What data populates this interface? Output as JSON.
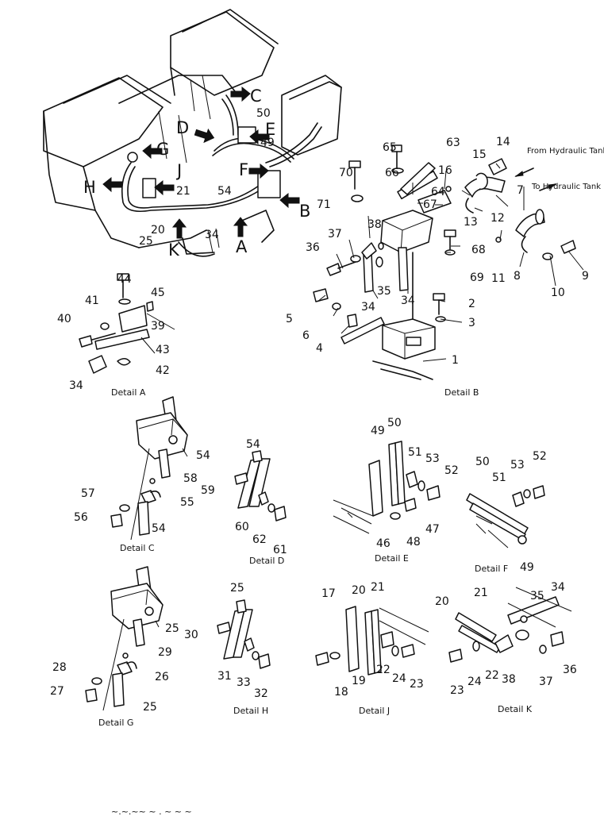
{
  "view_letters": [
    "A",
    "B",
    "C",
    "D",
    "E",
    "F",
    "G",
    "H",
    "J",
    "K"
  ],
  "notes": {
    "from_tank": "From Hydraulic Tank",
    "to_tank": "To Hydraulic Tank"
  },
  "detail_captions": {
    "A": "Detail A",
    "B": "Detail B",
    "C": "Detail C",
    "D": "Detail D",
    "E": "Detail E",
    "F": "Detail F",
    "G": "Detail G",
    "H": "Detail H",
    "J": "Detail J",
    "K": "Detail K"
  },
  "callouts": {
    "main": [
      "50",
      "49",
      "21",
      "54",
      "20",
      "34",
      "25"
    ],
    "b": [
      "65",
      "63",
      "14",
      "15",
      "16",
      "70",
      "66",
      "64",
      "67",
      "12",
      "13",
      "7",
      "71",
      "38",
      "37",
      "36",
      "68",
      "69",
      "11",
      "8",
      "9",
      "10",
      "35",
      "34",
      "34",
      "5",
      "6",
      "4",
      "2",
      "3",
      "1"
    ],
    "a": [
      "44",
      "45",
      "41",
      "39",
      "40",
      "43",
      "42",
      "34"
    ],
    "c": [
      "54",
      "58",
      "57",
      "55",
      "56",
      "54"
    ],
    "d": [
      "54",
      "59",
      "60",
      "62",
      "61"
    ],
    "e": [
      "49",
      "50",
      "51",
      "53",
      "52",
      "47",
      "46",
      "48"
    ],
    "f": [
      "50",
      "53",
      "52",
      "51",
      "49"
    ],
    "g": [
      "25",
      "29",
      "28",
      "26",
      "27",
      "25"
    ],
    "h": [
      "25",
      "30",
      "31",
      "33",
      "32"
    ],
    "j": [
      "17",
      "20",
      "21",
      "22",
      "24",
      "23",
      "18",
      "19"
    ],
    "k": [
      "20",
      "21",
      "35",
      "34",
      "24",
      "22",
      "38",
      "23",
      "37",
      "36"
    ]
  },
  "footer_mark": "~.~.~~  ~ . ~ ~ ~"
}
